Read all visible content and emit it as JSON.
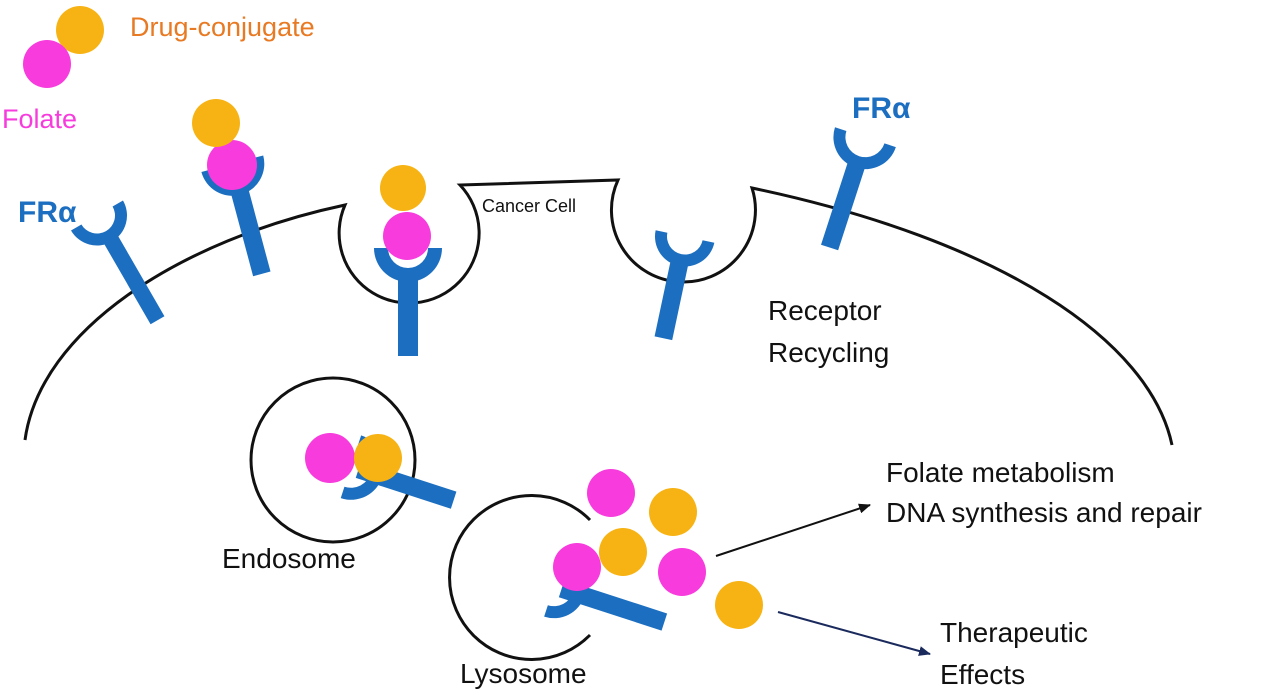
{
  "legend": {
    "drug_conjugate": "Drug-conjugate",
    "folate": "Folate"
  },
  "labels": {
    "receptor_left": "FRα",
    "receptor_right": "FRα",
    "cancer_cell": "Cancer Cell",
    "receptor_recycling_line1": "Receptor",
    "receptor_recycling_line2": "Recycling",
    "endosome": "Endosome",
    "lysosome": "Lysosome",
    "outcome_metabolism_line1": "Folate metabolism",
    "outcome_metabolism_line2": "DNA synthesis and repair",
    "outcome_therapeutic_line1": "Therapeutic",
    "outcome_therapeutic_line2": "Effects"
  },
  "colors": {
    "drug": "#f7b314",
    "folate": "#f73bdc",
    "receptor": "#1c6fc0",
    "receptor_label": "#1c6fc0",
    "drug_label": "#e87a23",
    "folate_label": "#f73bdc",
    "outline": "#111111",
    "arrow_dark": "#1a2a5c"
  }
}
